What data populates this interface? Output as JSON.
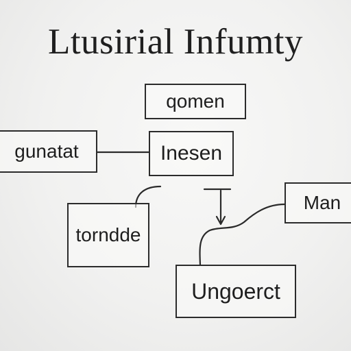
{
  "title": "Ltusirial Infumty",
  "nodes": {
    "top": "qomen",
    "left": "gunatat",
    "center": "Inesen",
    "right": "Man",
    "lower_left": "torndde",
    "bottom": "Ungoerct"
  },
  "colors": {
    "background": "#f1f1f0",
    "ink": "#1f1f1f"
  }
}
